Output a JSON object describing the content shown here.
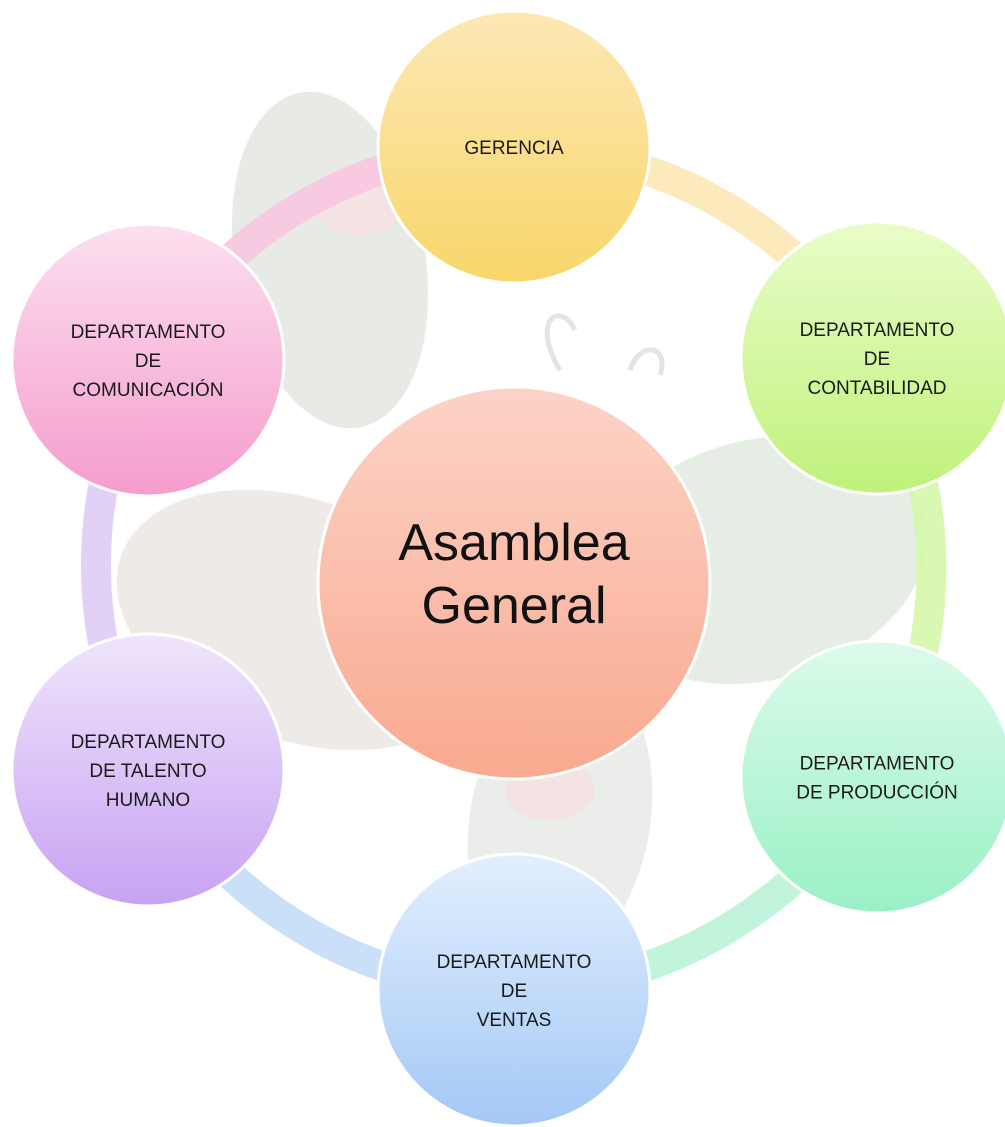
{
  "center": {
    "lines": [
      "Asamblea",
      "General"
    ],
    "color_top": "#fcd3c7",
    "color_bottom": "#f9a98f"
  },
  "nodes": [
    {
      "id": "gerencia",
      "lines": [
        "GERENCIA"
      ],
      "color_top": "#fde8b5",
      "color_bottom": "#f8d66a"
    },
    {
      "id": "contabilidad",
      "lines": [
        "DEPARTAMENTO",
        "DE",
        "CONTABILIDAD"
      ],
      "color_top": "#eafcc9",
      "color_bottom": "#bff27b"
    },
    {
      "id": "produccion",
      "lines": [
        "DEPARTAMENTO",
        "DE PRODUCCIÓN"
      ],
      "color_top": "#dcfbea",
      "color_bottom": "#9af0c6"
    },
    {
      "id": "ventas",
      "lines": [
        "DEPARTAMENTO",
        "DE",
        "VENTAS"
      ],
      "color_top": "#e2effd",
      "color_bottom": "#a4c8f6"
    },
    {
      "id": "talento",
      "lines": [
        "DEPARTAMENTO",
        "DE TALENTO",
        "HUMANO"
      ],
      "color_top": "#efe5fb",
      "color_bottom": "#c8a2f3"
    },
    {
      "id": "comunicacion",
      "lines": [
        "DEPARTAMENTO",
        "DE",
        "COMUNICACIÓN"
      ],
      "color_top": "#fce0ef",
      "color_bottom": "#f59ccd"
    }
  ],
  "ring_colors": [
    "#fbe6b0",
    "#d5f7a6",
    "#b7f2d6",
    "#c1daf7",
    "#ddc9f6",
    "#f8c4e1"
  ]
}
